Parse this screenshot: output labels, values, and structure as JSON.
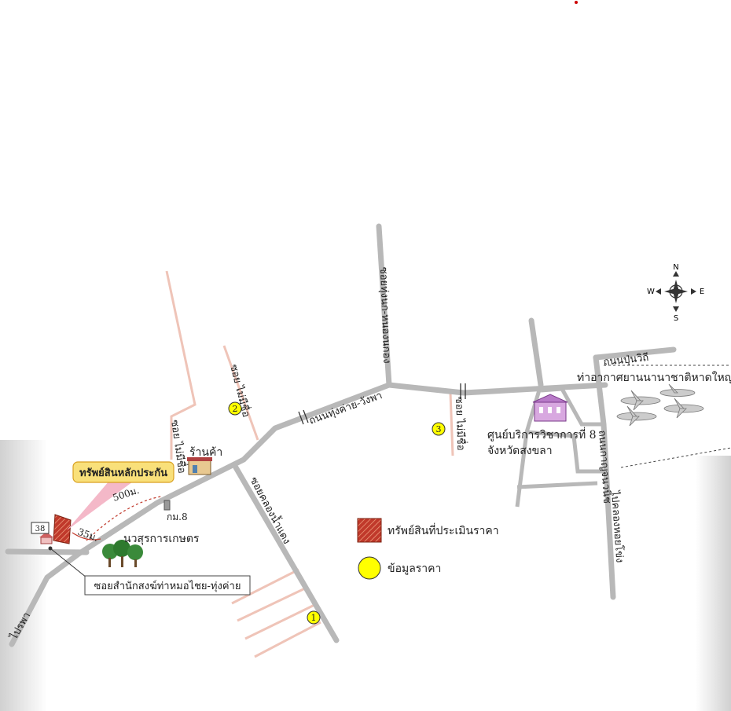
{
  "labels": {
    "road_thung_khai_wangpha": "ถนนทุ่งค่าย-วังพา",
    "soi_thung_nong_nok_ong": "ซอยทุ่งนก-หนองนกอง",
    "soi_mai_mi_chue_1": "ซอย ไม่มีชื่อ",
    "soi_mai_mi_chue_2": "ซอย ไม่มีชื่อ",
    "soi_mai_mi_chue_3": "ซอย ไม่มีชื่อ",
    "soi_khlong_nam_lam": "ซอยคลองน้ำแดง",
    "road_phetkasem": "ถนนปุ่นวิถี",
    "road_kanchanawanit": "ถนนกาญจนวนิช",
    "road_khlong_hoi_khong": "ไปคลองหอยโข่ง",
    "road_thopra": "ไปรพา",
    "airport": "ท่าอากาศยานนานาชาติหาดใหญ่",
    "service_center_1": "ศูนย์บริการวิชาการที่ 8",
    "service_center_2": "จังหวัดสงขลา",
    "shop": "ร้านค้า",
    "km": "กม.8",
    "coop": "นวสุรการเกษตร",
    "collateral": "ทรัพย์สินหลักประกัน",
    "dist_500": "500ม.",
    "dist_35": "35ม.",
    "route_sign": "38",
    "soi_bottom": "ซอยสำนักสงฆ์ท่าหมอไชย-ทุ่งค่าย"
  },
  "legend": {
    "appraised": "ทรัพย์สินที่ประเมินราคา",
    "price_data": "ข้อมูลราคา"
  },
  "markers": [
    "1",
    "2",
    "3"
  ],
  "compass": {
    "n": "N",
    "s": "S",
    "e": "E",
    "w": "W"
  },
  "colors": {
    "road": "#b8b8b8",
    "minor_road": "#efc4b8",
    "property": "#c0392b",
    "marker": "#ffff00",
    "callout": "#f9e07a"
  }
}
